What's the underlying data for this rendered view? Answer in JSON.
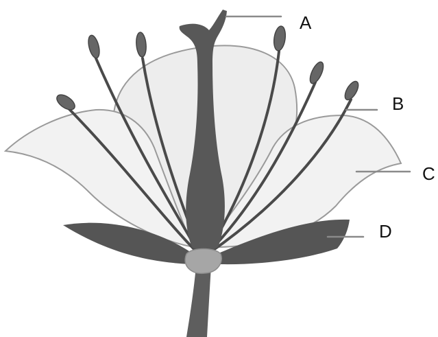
{
  "diagram": {
    "labels": {
      "a": "A",
      "b": "B",
      "c": "C",
      "d": "D"
    }
  },
  "colors": {
    "background": "#ffffff",
    "petal_fill": "#ededed",
    "petal_outline": "#9a9a9a",
    "sepal": "#555555",
    "pistil": "#585858",
    "stamen": "#4a4a4a",
    "receptacle": "#a6a6a6",
    "stem": "#5e5e5e",
    "leader_line": "#8a8a8a"
  }
}
